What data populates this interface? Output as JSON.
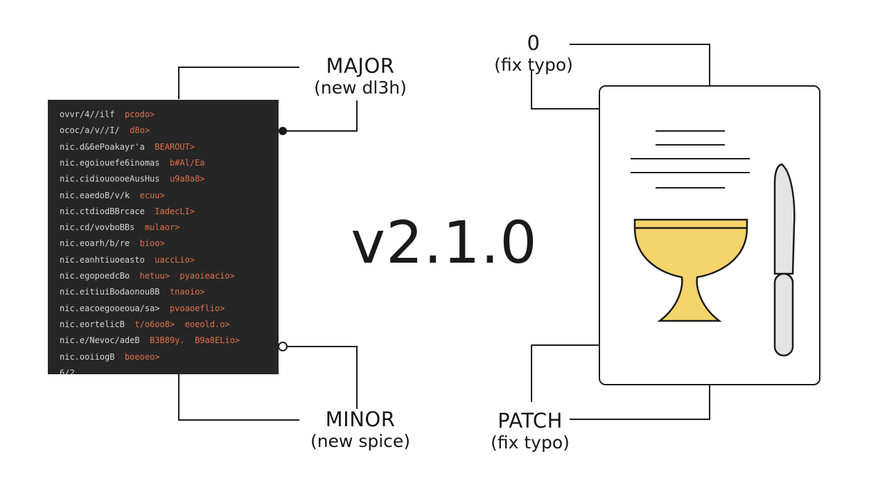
{
  "version_label": "v2.1.0",
  "labels": {
    "major": {
      "title": "MAJOR",
      "sub": "(new dl3h)"
    },
    "minor": {
      "title": "MINOR",
      "sub": "(new spice)"
    },
    "patch": {
      "title": "PATCH",
      "sub": "(fix typo)"
    },
    "zero": {
      "title": "0",
      "sub": "(fix typo)"
    }
  },
  "code_lines": [
    {
      "a": "ovvr/4//ilf",
      "b": "pcodo>"
    },
    {
      "a": "ococ/a/v//I/",
      "b": "d8o>"
    },
    {
      "a": "nic.d&6ePoakayr'a",
      "b": "BEAROUT>"
    },
    {
      "a": "nic.egoiouefe6inomas",
      "b": "b#Al/Ea"
    },
    {
      "a": "nic.cidiouoooeAusHus",
      "b": "u9a8a8>"
    },
    {
      "a": "nic.eaedoB/v/k",
      "b": "ecuu>"
    },
    {
      "a": "nic.ctdiodBBrcace",
      "b": "IadecLI>"
    },
    {
      "a": "nic.cd/vovboBBs",
      "b": "mulaor>"
    },
    {
      "a": "nic.eoarh/b/re",
      "b": "bioo>"
    },
    {
      "a": "nic.eanhtiuoeasto",
      "b": "uaccLio>"
    },
    {
      "a": "nic.egopoedcBo",
      "b": "hetuu>  pyaoieacio>"
    },
    {
      "a": "nic.eitiuiBodaonou8B",
      "b": "tnaoio>"
    },
    {
      "a": "nic.eacoegooeoua/sa>",
      "b": "pvoaoeflio>"
    },
    {
      "a": "nic.eortelicB",
      "b": "t/o6oo8>  eoeold.o>"
    },
    {
      "a": "nic.e/Nevoc/adeB",
      "b": "B3B89y.  B9a8ELio>"
    },
    {
      "a": "nic.ooiiogB",
      "b": "boeoeo>"
    },
    {
      "a": "6/2",
      "b": ""
    }
  ],
  "colors": {
    "terminal_bg": "#262626",
    "code_text": "#d7d7d7",
    "code_accent": "#e0704a",
    "goblet": "#f5d46a",
    "knife": "#e4e4e4"
  },
  "icons": [
    "terminal-window",
    "document-icon",
    "goblet-icon",
    "knife-icon"
  ]
}
